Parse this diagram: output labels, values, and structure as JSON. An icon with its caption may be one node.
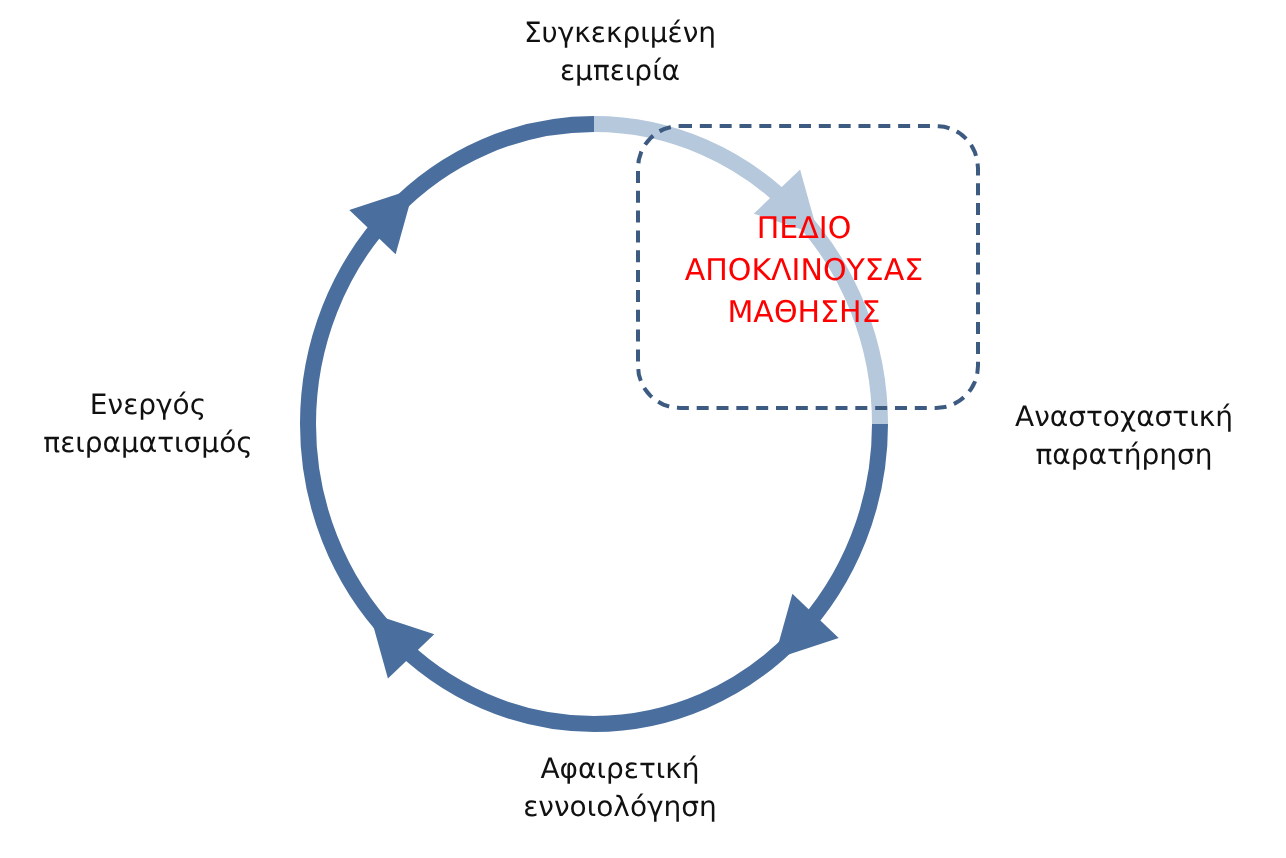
{
  "diagram": {
    "nodes": [
      {
        "text": [
          "Συγκεκριμένη εμπειρία"
        ]
      },
      {
        "text": [
          "Αναστοχαστική παρατήρηση"
        ]
      },
      {
        "text": [
          "Αφαιρετική εννοιολόγηση"
        ]
      },
      {
        "text": [
          "Ενεργός πειραματισμός"
        ]
      },
      {
        "text": [
          "ΠΕΔΙΟ ΑΠΟΚΛΙΝΟΥΣΑΣ ΜΑΘΗΣΗΣ"
        ]
      }
    ]
  }
}
